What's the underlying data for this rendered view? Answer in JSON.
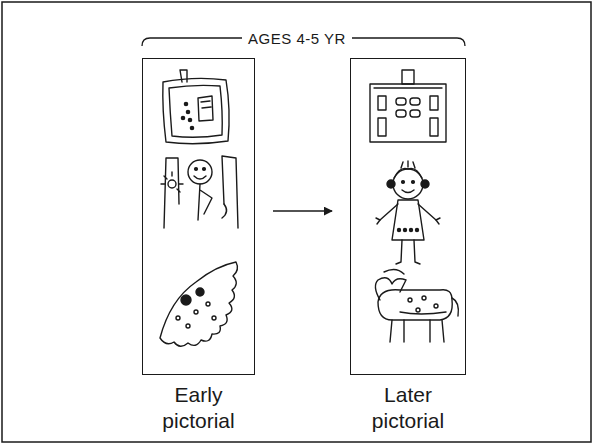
{
  "diagram": {
    "title": "AGES 4-5 YR",
    "nodes": [
      {
        "text": [
          "Early pictorial"
        ]
      },
      {
        "text": [
          "Later pictorial"
        ]
      }
    ],
    "edges": [
      {
        "from": 0,
        "to": 1,
        "arrow": "to"
      }
    ]
  }
}
